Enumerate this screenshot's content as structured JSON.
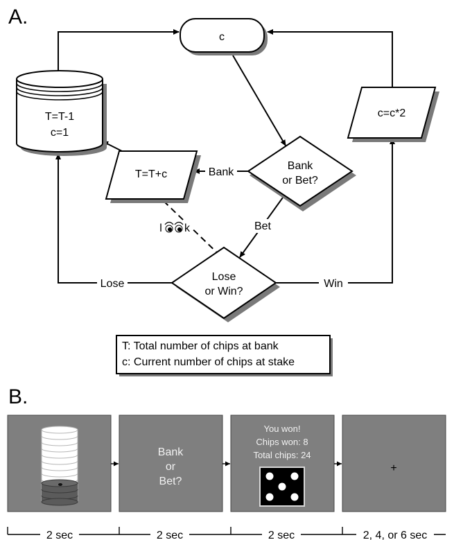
{
  "panel_a": {
    "label": "A.",
    "nodes": {
      "start": "c",
      "bank_store_line1": "T=T-1",
      "bank_store_line2": "c=1",
      "double_stake": "c=c*2",
      "add_to_bank": "T=T+c",
      "decision_bank_bet_line1": "Bank",
      "decision_bank_bet_line2": "or Bet?",
      "decision_lose_win_line1": "Lose",
      "decision_lose_win_line2": "or Win?"
    },
    "edge_labels": {
      "bank": "Bank",
      "bet": "Bet",
      "lose": "Lose",
      "win": "Win",
      "look_l": "l",
      "look_k": "k"
    },
    "legend": [
      "T: Total number of chips at bank",
      "c: Current number of chips at stake"
    ]
  },
  "panel_b": {
    "label": "B.",
    "screens": [
      {
        "lines": []
      },
      {
        "lines": [
          "Bank",
          "or",
          "Bet?"
        ]
      },
      {
        "lines": [
          "You won!",
          "Chips won: 8",
          "Total chips: 24"
        ],
        "die_face": 5
      },
      {
        "lines": [
          "+"
        ]
      }
    ],
    "durations": [
      "2 sec",
      "2 sec",
      "2 sec",
      "2, 4, or 6 sec"
    ]
  },
  "colors": {
    "screen_background": "#7f7f7f",
    "screen_text": "#f2f2f2",
    "shadow": "#7a7a7a",
    "line": "#000000"
  }
}
